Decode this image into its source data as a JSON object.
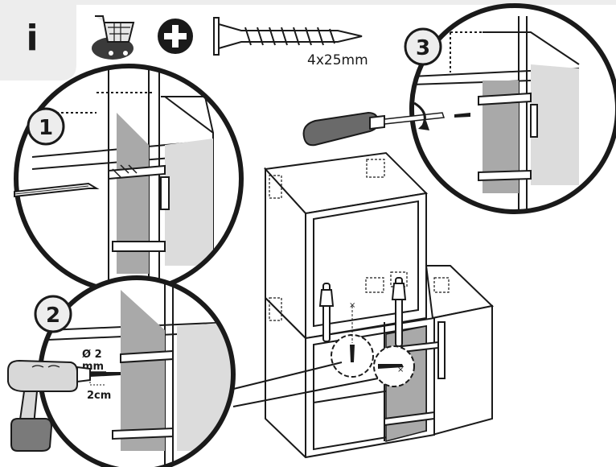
{
  "header": {
    "info_symbol": "i",
    "screw_size": "4x25mm",
    "plus_symbol": "+"
  },
  "steps": {
    "step1": "1",
    "step2": "2",
    "step3": "3"
  },
  "drill": {
    "diameter": "Ø 2",
    "diameter_unit": "mm",
    "depth": "2cm"
  },
  "icons": [
    "shopping-cart-icon",
    "plus-icon",
    "screw-icon",
    "pencil-icon",
    "screwdriver-icon",
    "drill-icon",
    "clamp-icon"
  ]
}
